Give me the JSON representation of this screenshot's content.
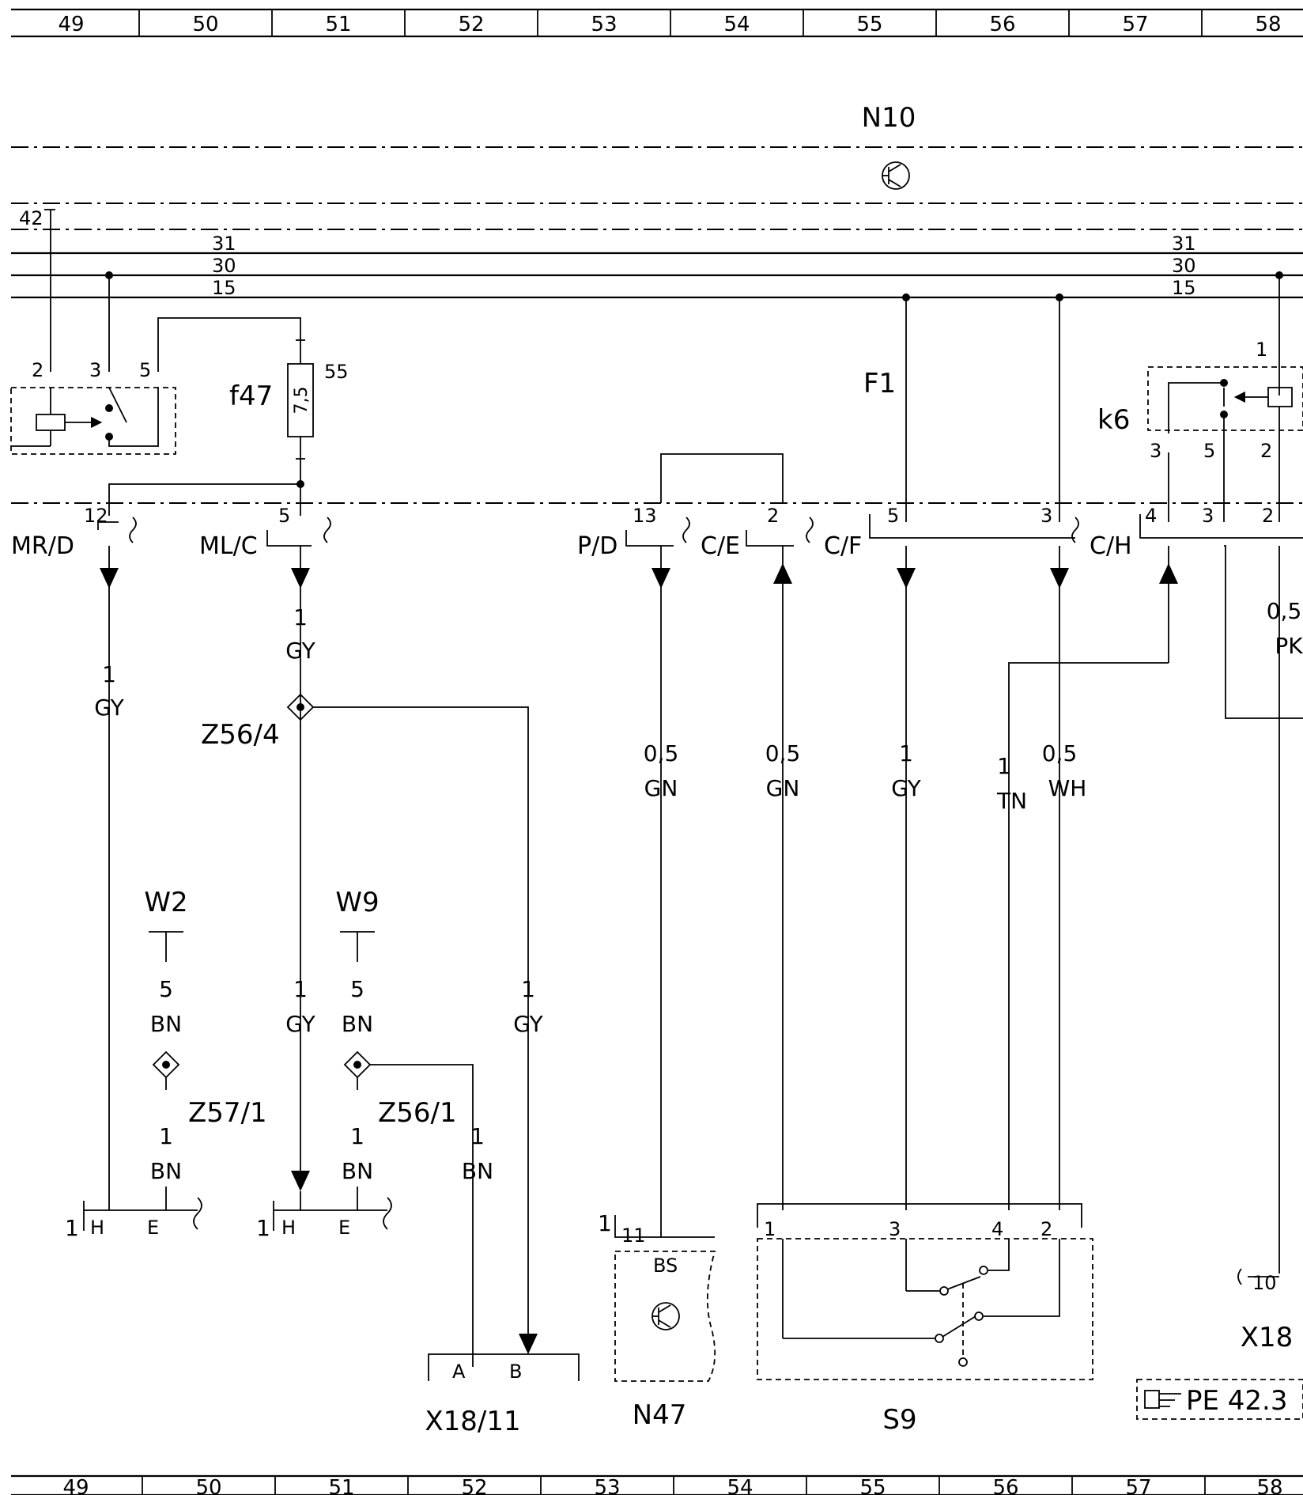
{
  "grid": {
    "columns": [
      "49",
      "50",
      "51",
      "52",
      "53",
      "54",
      "55",
      "56",
      "57",
      "58"
    ]
  },
  "units": {
    "n10": "N10",
    "f1": "F1",
    "k6": "k6",
    "f47": "f47",
    "f47_value": "7,5",
    "f47_number": "55",
    "n47": "N47",
    "s9": "S9",
    "x18": "X18",
    "x18_11": "X18/11",
    "w2": "W2",
    "w9": "W9",
    "z56_4": "Z56/4",
    "z56_1": "Z56/1",
    "z57_1": "Z57/1",
    "bs": "BS"
  },
  "buses": {
    "b31": "31",
    "b30": "30",
    "b15": "15",
    "p42": "42"
  },
  "connectors": {
    "mrd": "MR/D",
    "mlc": "ML/C",
    "pd": "P/D",
    "ce": "C/E",
    "cf": "C/F",
    "ch": "C/H"
  },
  "pins": {
    "relay_a": [
      "2",
      "3",
      "5"
    ],
    "f47_bottom": "5",
    "mrd_pin": "12",
    "pd_pin": "13",
    "ce_pin": "2",
    "cf_pin": "5",
    "ch_pin": "3",
    "k6_top": "1",
    "k6_out": [
      "3",
      "5",
      "2"
    ],
    "ch_bottom": [
      "4",
      "3",
      "2"
    ],
    "h1": "1",
    "h2": "1",
    "h": "H",
    "e": "E",
    "a": "A",
    "b": "B",
    "n47_outer": "1",
    "n47_pin": "11",
    "s9_pins": [
      "1",
      "3",
      "4",
      "2"
    ],
    "x18_pin": "10"
  },
  "wires": {
    "w_mrd_size": "1",
    "w_mrd_color": "GY",
    "w_mlc_size": "1",
    "w_mlc_color": "GY",
    "w_gy2_size": "1",
    "w_gy2_color": "GY",
    "w_gy3_size": "1",
    "w_gy3_color": "GY",
    "w_w2_size": "5",
    "w_w2_color": "BN",
    "w_z57_size": "1",
    "w_z57_color": "BN",
    "w_w9_size": "5",
    "w_w9_color": "BN",
    "w_z56_size": "1",
    "w_z56_color": "BN",
    "w_z56b_size": "1",
    "w_z56b_color": "BN",
    "w_pd_size": "0,5",
    "w_pd_color": "GN",
    "w_ce_size": "0,5",
    "w_ce_color": "GN",
    "w_cf_size": "1",
    "w_cf_color": "GY",
    "w_tn_size": "1",
    "w_tn_color": "TN",
    "w_ch_size": "0,5",
    "w_ch_color": "WH",
    "w_pk_size": "0,5",
    "w_pk_color": "PK"
  },
  "reference": {
    "label": "PE 42.3",
    "icon": "pointing-hand-icon"
  }
}
